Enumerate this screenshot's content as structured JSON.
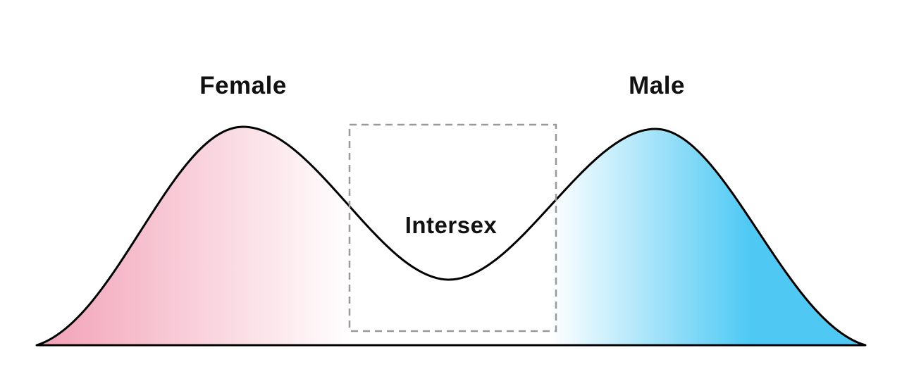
{
  "diagram": {
    "description": "Bimodal distribution curve with two peaks and a dashed box around the central valley",
    "labels": {
      "female": "Female",
      "male": "Male",
      "intersex": "Intersex"
    },
    "colors": {
      "female_gradient_start": "#F2A0B6",
      "gradient_middle": "#FFFFFF",
      "male_gradient_end": "#4FC9F4",
      "curve_stroke": "#000000",
      "dashed_box_stroke": "#999999",
      "label_text": "#111111",
      "background": "#FFFFFF"
    }
  }
}
